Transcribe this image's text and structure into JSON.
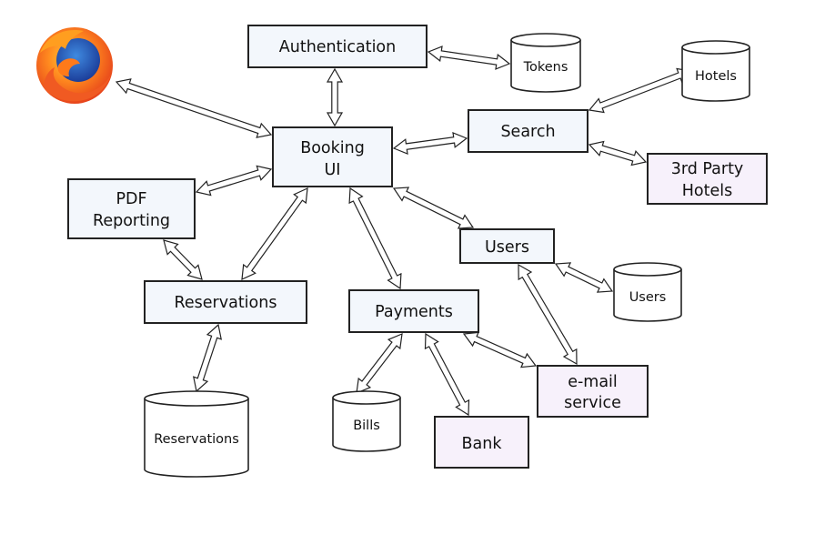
{
  "nodes": {
    "authentication": "Authentication",
    "booking_ui": [
      "Booking",
      "UI"
    ],
    "search": "Search",
    "pdf_reporting": [
      "PDF",
      "Reporting"
    ],
    "third_party_hotels": [
      "3rd Party",
      "Hotels"
    ],
    "users_service": "Users",
    "reservations_service": "Reservations",
    "payments": "Payments",
    "email_service": [
      "e-mail",
      "service"
    ],
    "bank": "Bank"
  },
  "datastores": {
    "tokens": "Tokens",
    "hotels": "Hotels",
    "users": "Users",
    "reservations": "Reservations",
    "bills": "Bills"
  },
  "colors": {
    "service_fill": "#f3f7fc",
    "external_fill": "#f7f1fb",
    "stroke": "#222222"
  },
  "logo": "firefox-logo"
}
